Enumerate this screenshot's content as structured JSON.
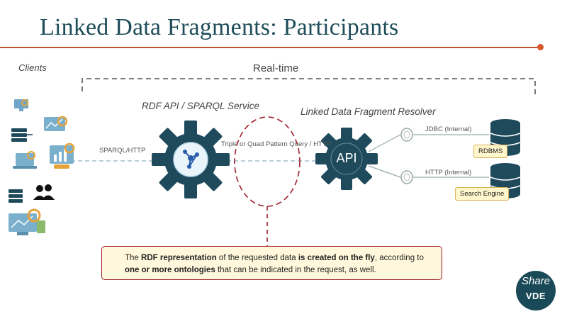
{
  "header": {
    "title": "Linked Data Fragments: Participants"
  },
  "diagram": {
    "clients_label": "Clients",
    "realtime_label": "Real-time",
    "rdf_service_label": "RDF API / SPARQL Service",
    "resolver_label": "Linked Data Fragment Resolver",
    "sparql_http_label": "SPARQL/HTTP",
    "triple_quad_label": "Triple or Quad Pattern Query / HTTP",
    "api_label": "API",
    "jdbc_label": "JDBC (Internal)",
    "http_internal_label": "HTTP (Internal)",
    "rdbms_label": "RDBMS",
    "search_engine_label": "Search Engine"
  },
  "callout": {
    "p1": "The ",
    "b1": "RDF representation",
    "p2": " of the requested data ",
    "b2": "is created on the fly",
    "p3": ", according to ",
    "b3": "one or more ontologies",
    "p4": " that can be indicated in the request, as well."
  },
  "logo": {
    "line1": "Share",
    "line2": "VDE"
  },
  "colors": {
    "accent": "#c0532a",
    "gear": "#1e4a5c",
    "callout_border": "#a01c2a",
    "db": "#1e4a5c"
  }
}
